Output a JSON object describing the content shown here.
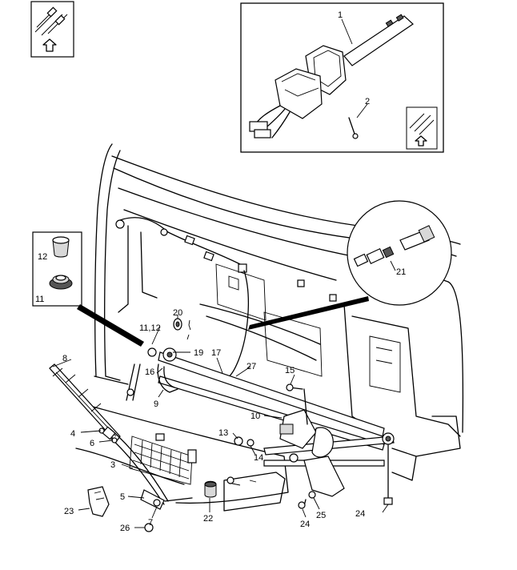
{
  "callouts": {
    "c1": "1",
    "c2": "2",
    "c3": "3",
    "c4": "4",
    "c5": "5",
    "c6": "6",
    "c7": "7",
    "c8": "8",
    "c9": "9",
    "c10": "10",
    "c11": "11",
    "c11_12": "11,12",
    "c12": "12",
    "c13": "13",
    "c14": "14",
    "c15": "15",
    "c16": "16",
    "c17": "17",
    "c19": "19",
    "c20": "20",
    "c21": "21",
    "c22": "22",
    "c23": "23",
    "c24a": "24",
    "c24b": "24",
    "c25": "25",
    "c26": "26",
    "c27": "27"
  },
  "icons": {
    "orientation_top_left": "vehicle-orientation-icon",
    "orientation_inset": "vehicle-orientation-icon"
  },
  "colors": {
    "line": "#000000",
    "background": "#ffffff",
    "shade": "#d8d8d8"
  }
}
